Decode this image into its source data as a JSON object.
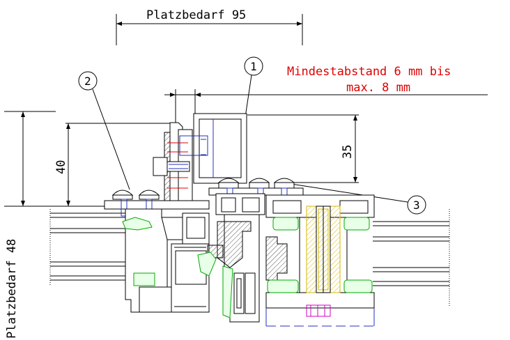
{
  "labels": {
    "top_dimension": "Platzbedarf 95",
    "left_dimension": "Platzbedarf 48",
    "note_line1": "Mindestabstand 6 mm bis",
    "note_line2": "max. 8 mm",
    "dim_40": "40",
    "dim_35": "35",
    "callout_1": "1",
    "callout_2": "2",
    "callout_3": "3"
  },
  "colors": {
    "note": "#e00000",
    "gasket": "#00aa00",
    "screw": "#2030c0",
    "insulation": "#d4b800",
    "fastener": "#d000c0"
  }
}
